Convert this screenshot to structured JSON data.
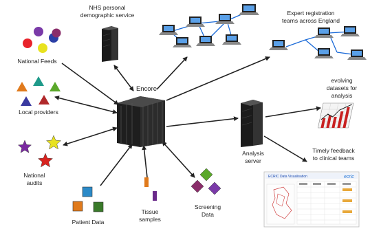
{
  "labels": {
    "nhs_service": [
      "NHS personal",
      "demographic service"
    ],
    "expert_teams": [
      "Expert registration",
      "teams across England"
    ],
    "national_feeds": "National Feeds",
    "encore": "Encore",
    "local_providers": "Local providers",
    "evolving": [
      "evolving",
      "datasets for",
      "analysis"
    ],
    "analysis_server": [
      "Analysis",
      "server"
    ],
    "national_audits": [
      "National",
      "audits"
    ],
    "timely_feedback": [
      "Timely feedback",
      "to clinical teams"
    ],
    "patient_data": "Patient Data",
    "tissue": [
      "Tissue",
      "samples"
    ],
    "screening": [
      "Screening",
      "Data"
    ]
  },
  "colors": {
    "feeds": [
      "#7a3aa8",
      "#2b3fa6",
      "#e8232b",
      "#e8e21f",
      "#8a2d6a"
    ],
    "providers": [
      "#e07a1c",
      "#1f9a8a",
      "#5aa82a",
      "#3a3aa0",
      "#b0282a"
    ],
    "audits": [
      "#7a2aa0",
      "#e8e21f",
      "#d9231f"
    ],
    "patient": [
      "#2b8ac8",
      "#e07a1c",
      "#3a7a2a"
    ],
    "tissue": [
      "#e07a1c",
      "#6a2a8a"
    ],
    "screening": [
      "#5aa82a",
      "#8a2d6a",
      "#7a3aa8"
    ]
  },
  "report": {
    "title": "ECRIC Data Visualisation",
    "logo": "ecric"
  }
}
